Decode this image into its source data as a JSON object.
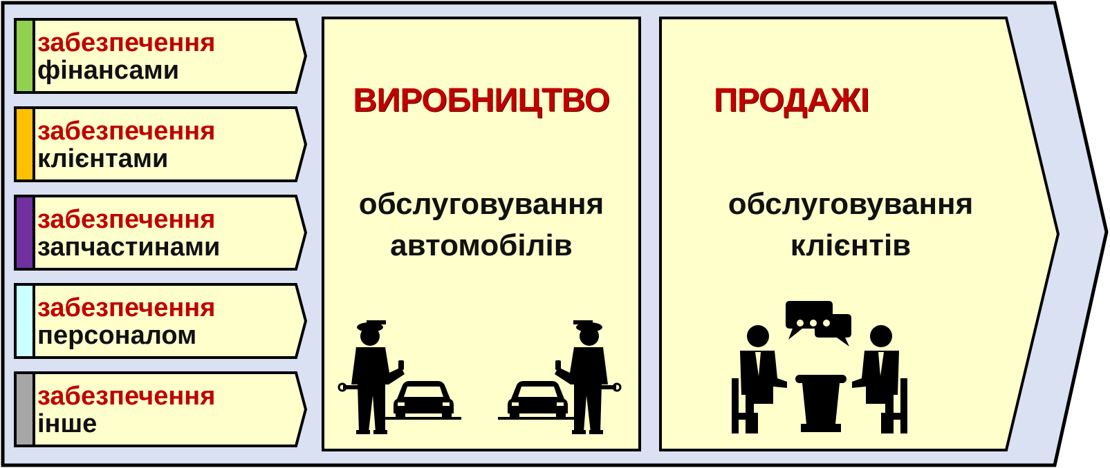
{
  "supports": [
    {
      "line1": "забезпечення",
      "line2": "фінансами",
      "color": "#92d050"
    },
    {
      "line1": "забезпечення",
      "line2": "клієнтами",
      "color": "#ffc000"
    },
    {
      "line1": "забезпечення",
      "line2": "запчастинами",
      "color": "#7030a0"
    },
    {
      "line1": "забезпечення",
      "line2": "персоналом",
      "color": "#ccffff"
    },
    {
      "line1": "забезпечення",
      "line2": "інше",
      "color": "#a6a6a6"
    }
  ],
  "production": {
    "title": "ВИРОБНИЦТВО",
    "line1": "обслуговування",
    "line2": "автомобілів",
    "icon": "car-mechanic-icon"
  },
  "sales": {
    "title": "ПРОДАЖІ",
    "line1": "обслуговування",
    "line2": "клієнтів",
    "icon": "client-meeting-icon"
  },
  "colors": {
    "outer_bg": "#d9e1f2",
    "box_fill": "#ffffcc",
    "outline": "#000000",
    "accent_red": "#c00000"
  }
}
